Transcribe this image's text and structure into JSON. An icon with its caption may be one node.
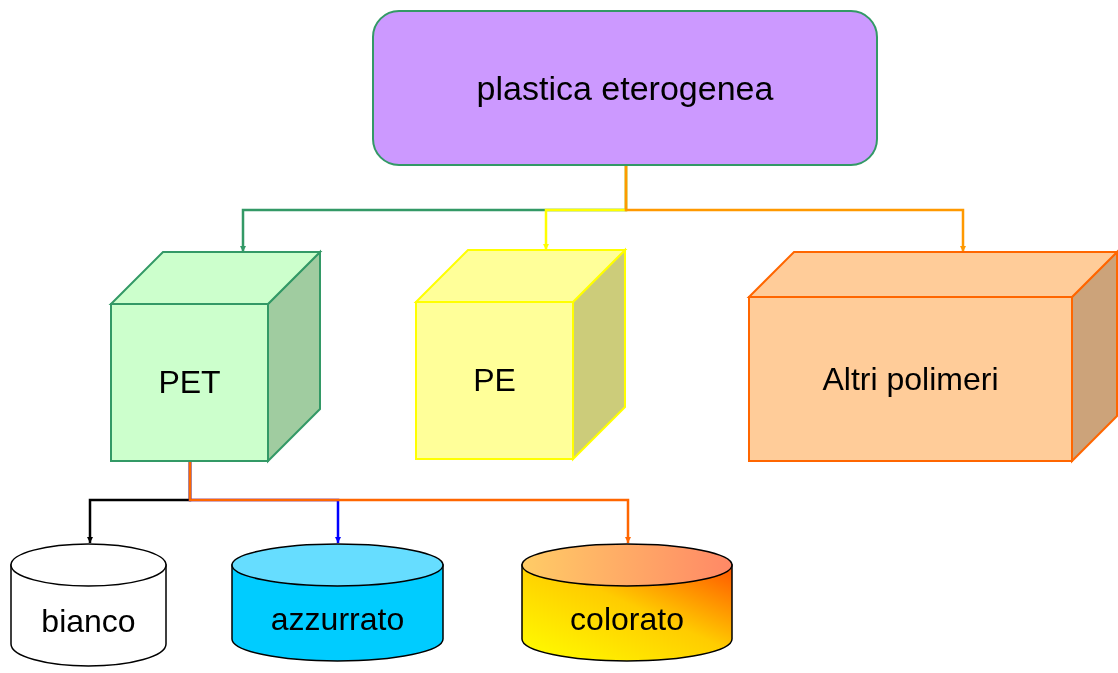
{
  "diagram": {
    "nodes": [
      {
        "text": [
          "plastica eterogenea"
        ]
      },
      {
        "text": [
          "PET"
        ]
      },
      {
        "text": [
          "PE"
        ]
      },
      {
        "text": [
          "Altri polimeri"
        ]
      },
      {
        "text": [
          "bianco"
        ]
      },
      {
        "text": [
          "azzurrato"
        ]
      },
      {
        "text": [
          "colorato"
        ]
      }
    ],
    "edges": [
      {
        "from": 0,
        "to": 1,
        "arrow": "to",
        "color": "#339966"
      },
      {
        "from": 0,
        "to": 2,
        "arrow": "to",
        "color": "#ffff00"
      },
      {
        "from": 0,
        "to": 3,
        "arrow": "to",
        "color": "#ff9900"
      },
      {
        "from": 1,
        "to": 4,
        "arrow": "to",
        "color": "#000000"
      },
      {
        "from": 1,
        "to": 5,
        "arrow": "to",
        "color": "#0000ff"
      },
      {
        "from": 1,
        "to": 6,
        "arrow": "to",
        "color": "#ff6600"
      }
    ]
  }
}
